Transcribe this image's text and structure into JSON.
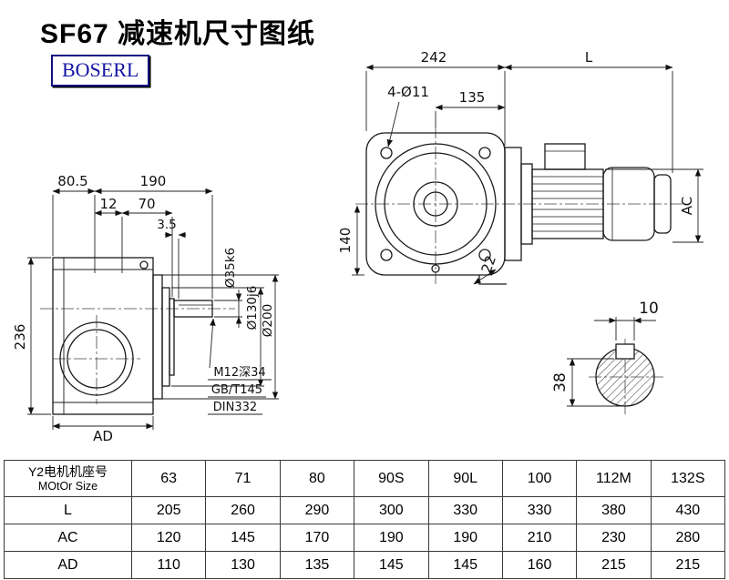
{
  "title": "SF67 减速机尺寸图纸",
  "logo_text": "BOSERL",
  "colors": {
    "logo_blue": "#1515a3",
    "logo_border": "#12127e",
    "line": "#1a1a1a"
  },
  "dims": {
    "d242": "242",
    "dL": "L",
    "holes": "4-Ø11",
    "d135": "135",
    "d140": "140",
    "d22": "22",
    "dAC": "AC",
    "d80_5": "80.5",
    "d190": "190",
    "d12": "12",
    "d70": "70",
    "d3_5": "3.5",
    "d236": "236",
    "dAD": "AD",
    "dia_shaft": "Ø35k6",
    "dia_flange": "Ø130j6",
    "dia_outer": "Ø200",
    "note1": "M12深34",
    "note2": "GB/T145",
    "note3": "DIN332",
    "d10": "10",
    "d38": "38"
  },
  "table": {
    "header_line1": "Y2电机机座号",
    "header_line2": "MOtOr Size",
    "motor_sizes": [
      "63",
      "71",
      "80",
      "90S",
      "90L",
      "100",
      "112M",
      "132S"
    ],
    "rows": [
      {
        "label": "L",
        "values": [
          "205",
          "260",
          "290",
          "300",
          "330",
          "330",
          "380",
          "430"
        ]
      },
      {
        "label": "AC",
        "values": [
          "120",
          "145",
          "170",
          "190",
          "190",
          "210",
          "230",
          "280"
        ]
      },
      {
        "label": "AD",
        "values": [
          "110",
          "130",
          "135",
          "145",
          "145",
          "160",
          "215",
          "215"
        ]
      }
    ]
  }
}
